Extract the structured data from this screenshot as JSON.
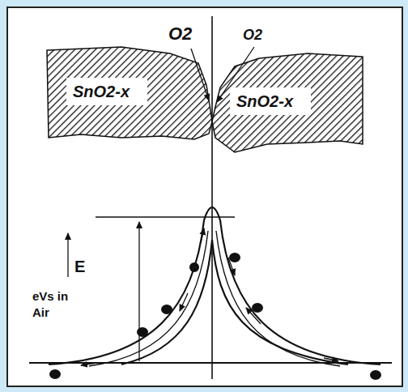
{
  "diagram": {
    "labels": [
      "O2",
      "O2",
      "SnO2-x",
      "SnO2-x",
      "E",
      "eVs in Air"
    ]
  }
}
